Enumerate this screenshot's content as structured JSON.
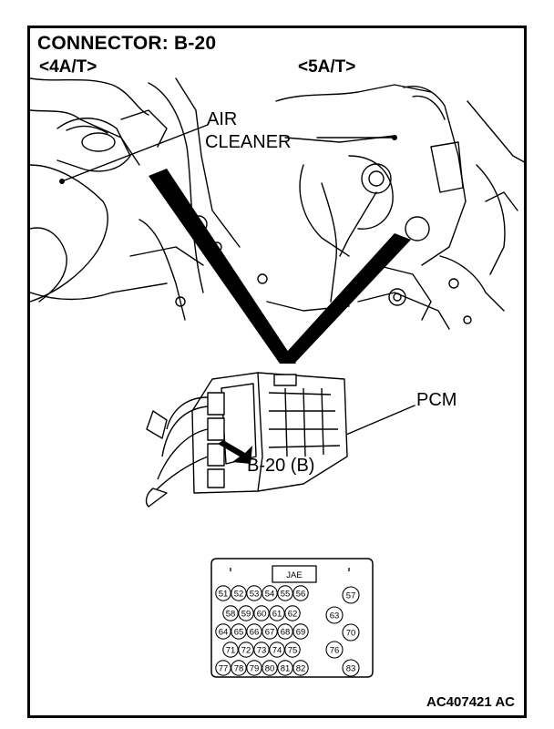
{
  "title": "CONNECTOR: B-20",
  "variants": {
    "left": "<4A/T>",
    "right": "<5A/T>"
  },
  "labels": {
    "air_cleaner_line1": "AIR",
    "air_cleaner_line2": "CLEANER",
    "pcm": "PCM",
    "connector_callout": "B-20 (B)"
  },
  "connector_face": {
    "header": "JAE",
    "pin_rows": [
      [
        "51",
        "52",
        "53",
        "54",
        "55",
        "56"
      ],
      [
        "58",
        "59",
        "60",
        "61",
        "62"
      ],
      [
        "64",
        "65",
        "66",
        "67",
        "68",
        "69"
      ],
      [
        "71",
        "72",
        "73",
        "74",
        "75"
      ],
      [
        "77",
        "78",
        "79",
        "80",
        "81",
        "82"
      ]
    ],
    "side_pins": [
      "57",
      "63",
      "70",
      "76",
      "83"
    ]
  },
  "figure_id": "AC407421 AC"
}
